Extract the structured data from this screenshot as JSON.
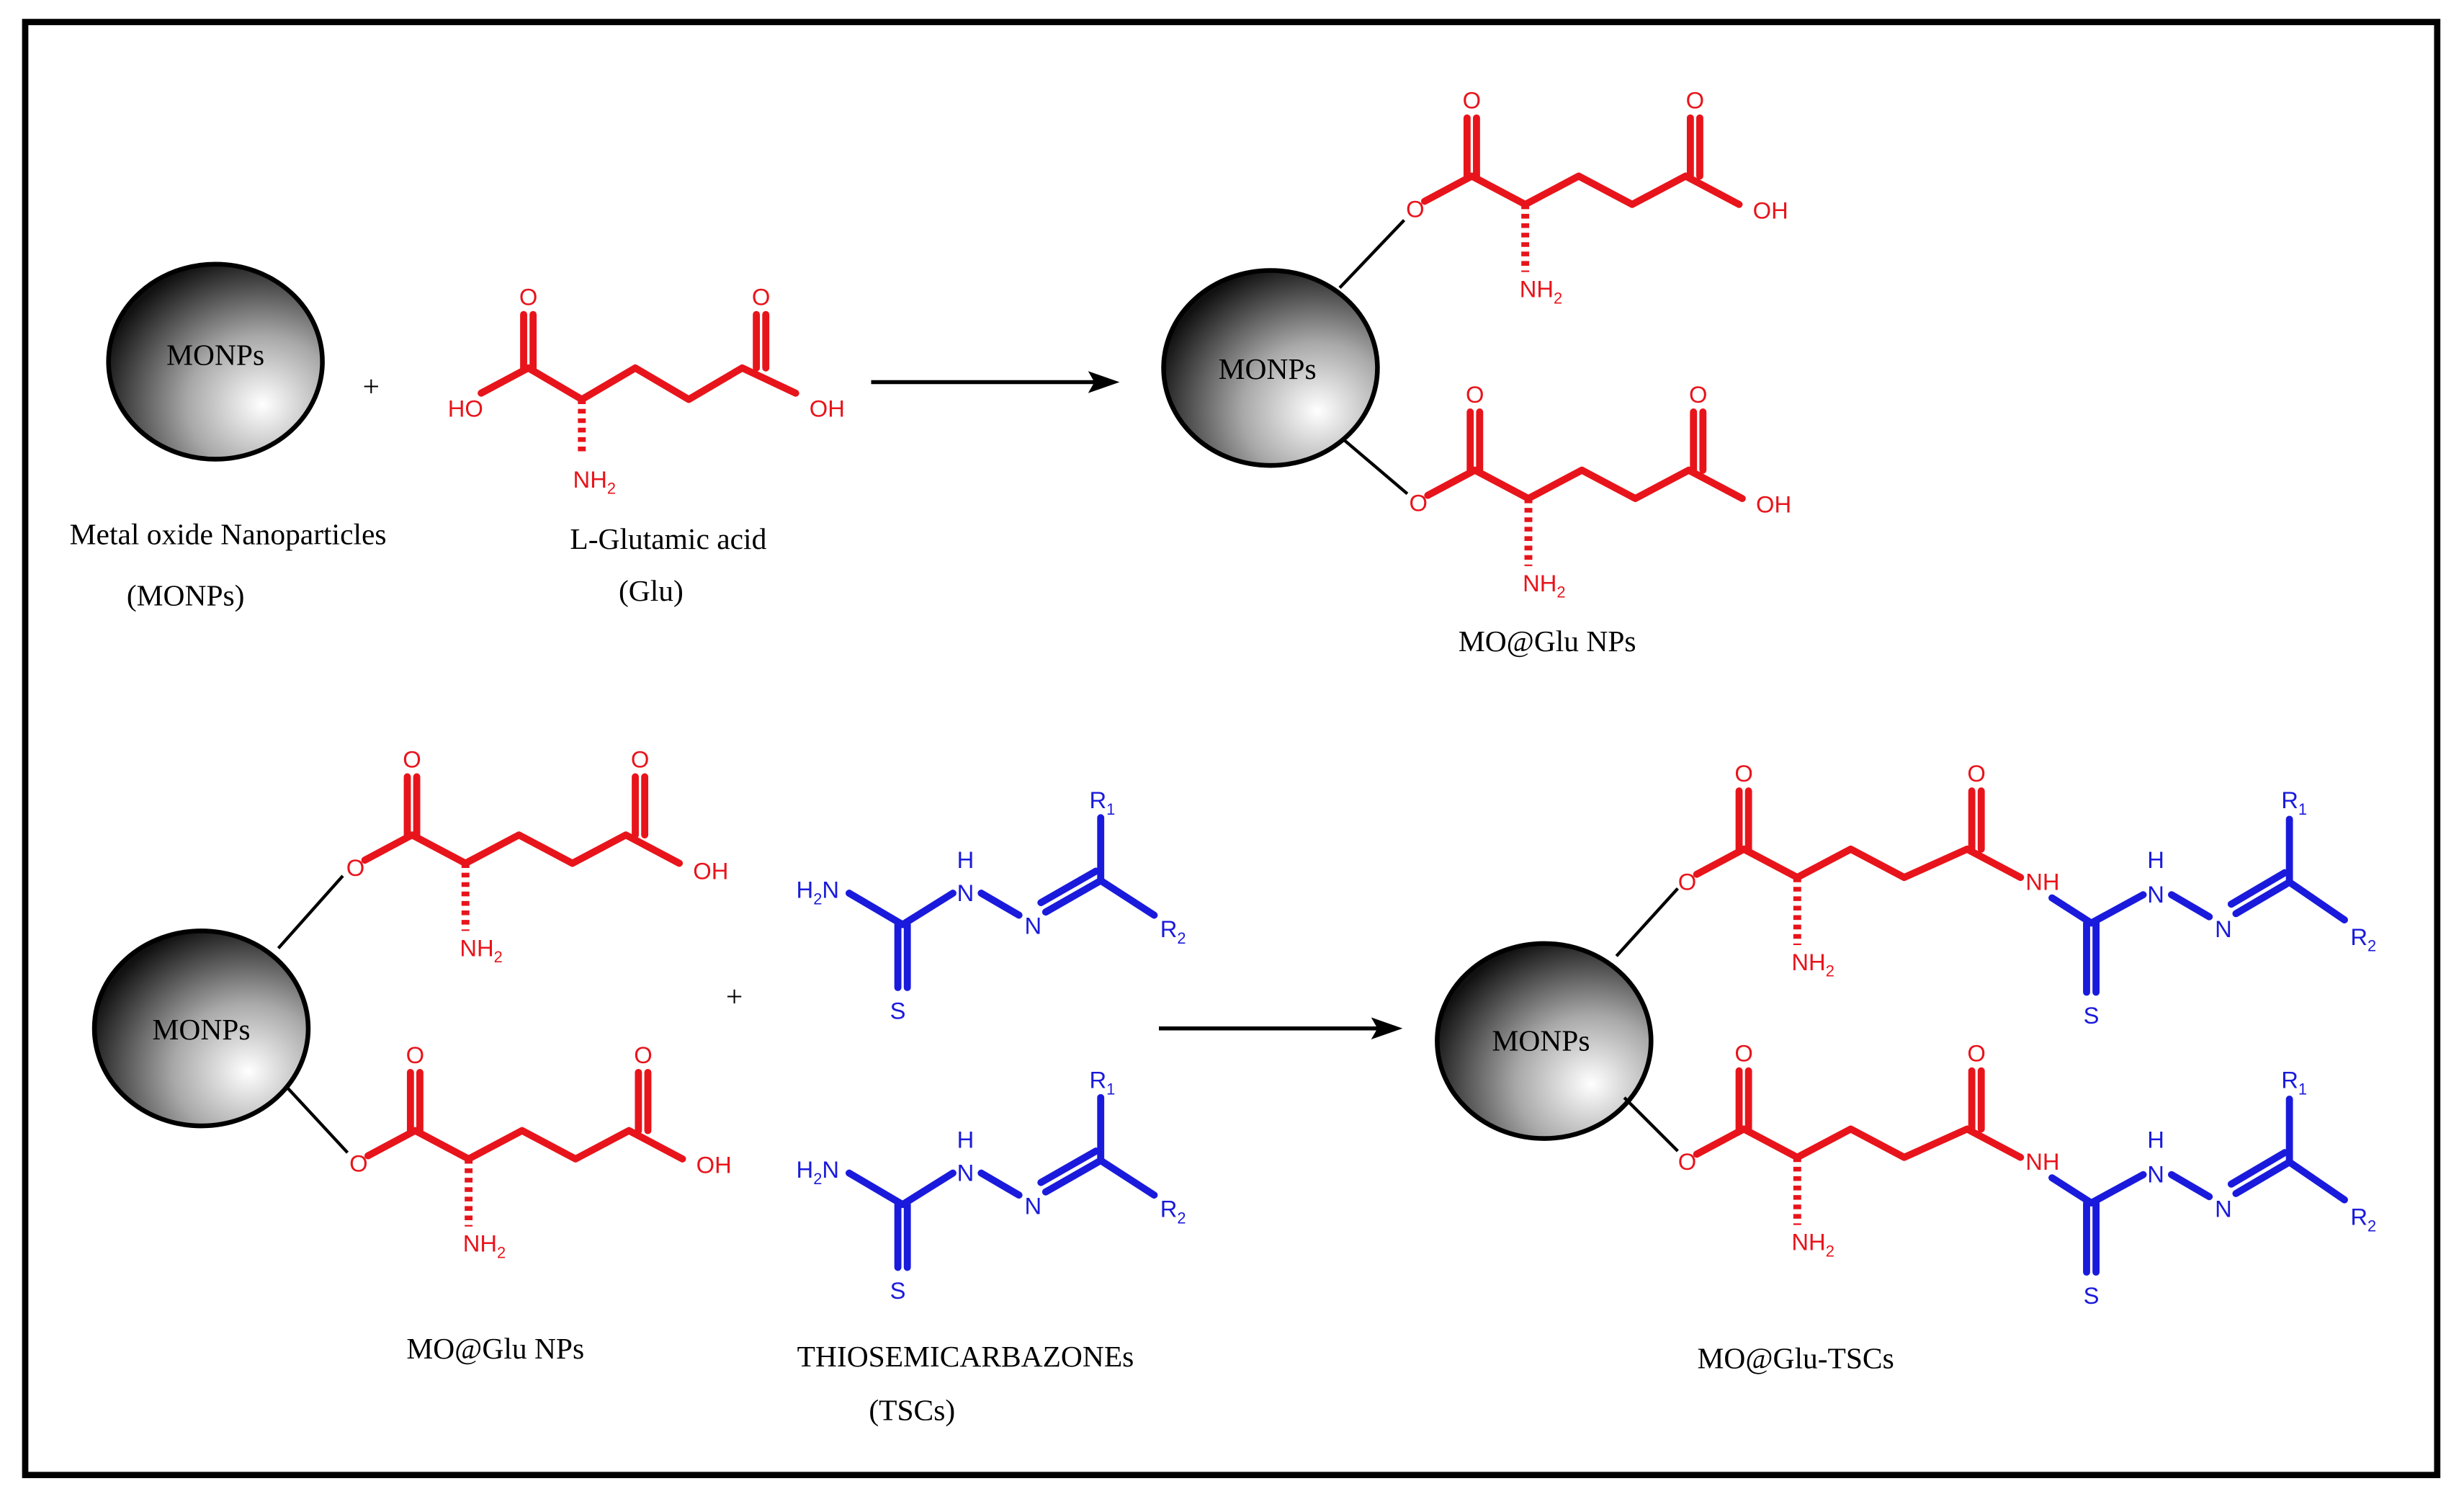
{
  "labels": {
    "monps": "MONPs",
    "plus": "+",
    "metal_oxide_line1": "Metal oxide Nanoparticles",
    "metal_oxide_line2": "(MONPs)",
    "glutamic_line1": "L-Glutamic acid",
    "glutamic_line2": "(Glu)",
    "mo_glu": "MO@Glu NPs",
    "tsc_line1": "THIOSEMICARBAZONEs",
    "tsc_line2": "(TSCs)",
    "mo_glu_tscs": "MO@Glu-TSCs"
  },
  "atoms": {
    "O": "O",
    "OH": "OH",
    "HO": "HO",
    "NH2": "NH",
    "H2N": "H",
    "NH": "NH",
    "H": "H",
    "N": "N",
    "S": "S",
    "R1": "R",
    "R2": "R",
    "sub1": "1",
    "sub2": "2"
  },
  "colors": {
    "glutamic": "#e8141b",
    "thiosemicarbazone": "#1a1adc",
    "border": "#000000"
  }
}
